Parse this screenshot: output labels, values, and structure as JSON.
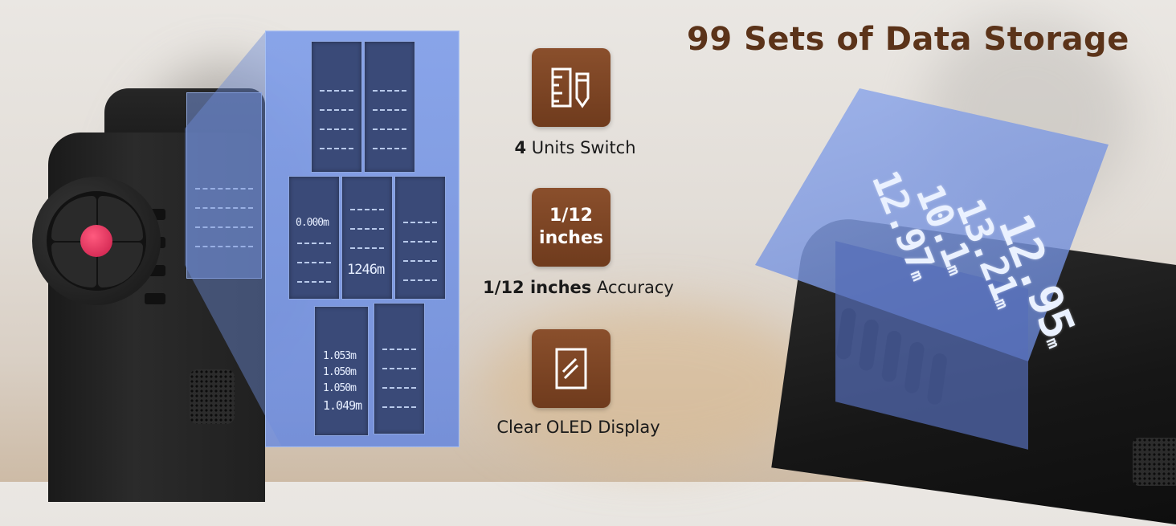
{
  "title": "99 Sets of Data Storage",
  "features": [
    {
      "icon": "ruler-pencil-icon",
      "bold": "4",
      "text": " Units Switch"
    },
    {
      "icon_text_line1": "1/12",
      "icon_text_line2": "inches",
      "bold": "1/12 inches",
      "text": " Accuracy"
    },
    {
      "icon": "oled-display-icon",
      "bold": "",
      "text": "Clear OLED Display"
    }
  ],
  "screens": {
    "s5_reading": "0.000m",
    "s7_reading": "1246m",
    "s8_readings": [
      "1.053m",
      "1.050m",
      "1.050m",
      "1.049m"
    ]
  },
  "big_display_readings": [
    "12.97",
    "10.1",
    "13.21",
    "12.95"
  ],
  "big_display_unit": "m",
  "colors": {
    "brand_brown": "#6f3b1d",
    "title_brown": "#5b3319",
    "lcd_blue": "#3a4a78"
  }
}
